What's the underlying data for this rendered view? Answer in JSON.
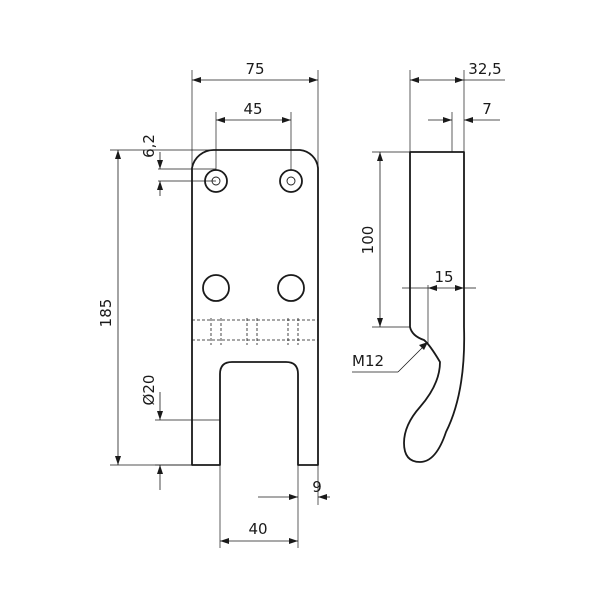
{
  "front_view": {
    "width": "75",
    "hole_spacing": "45",
    "hole_offset": "6,2",
    "height": "185",
    "bore": "Ø20",
    "slot_width": "40",
    "slot_wall": "9"
  },
  "side_view": {
    "depth": "32,5",
    "plate": "7",
    "length": "100",
    "offset": "15",
    "thread": "M12"
  }
}
